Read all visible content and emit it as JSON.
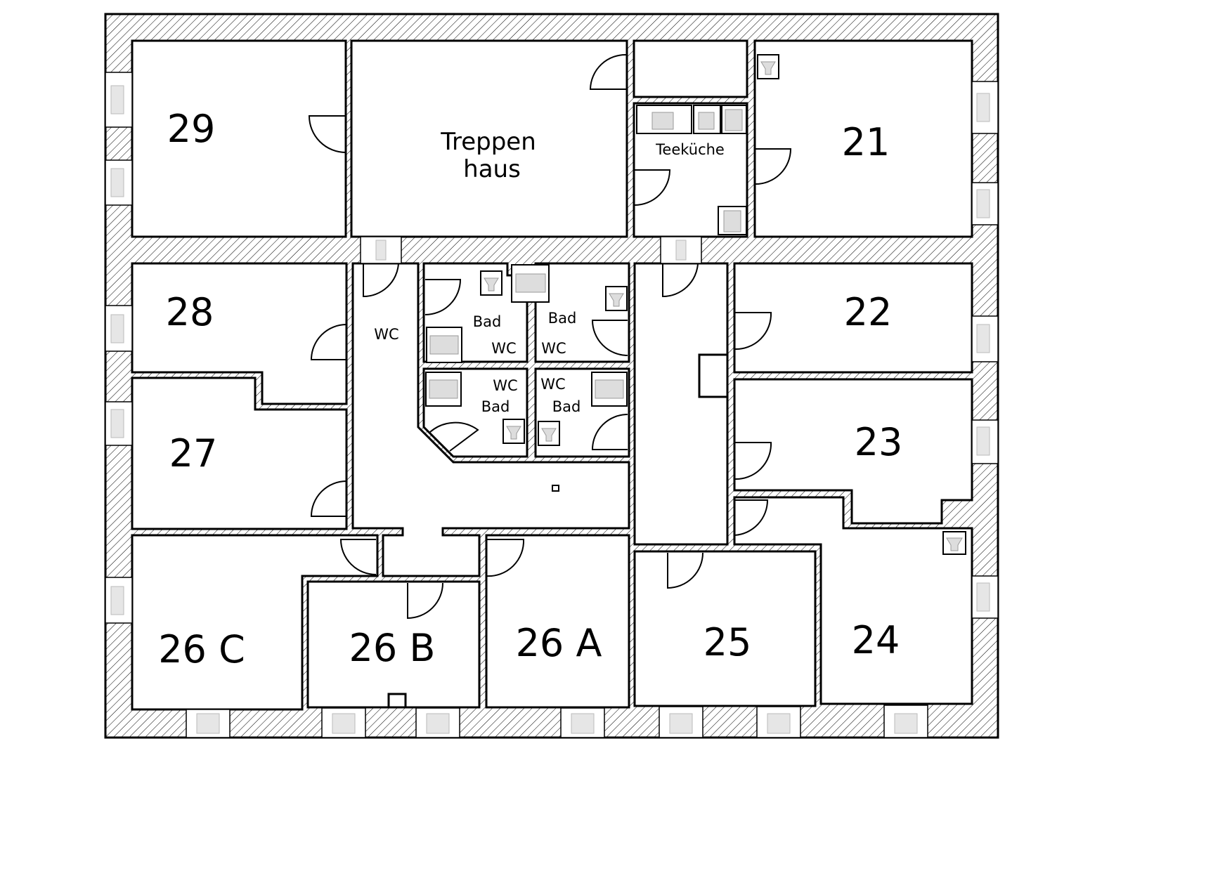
{
  "plan": {
    "rooms": {
      "r29": "29",
      "treppen1": "Treppen",
      "treppen2": "haus",
      "teekueche": "Teeküche",
      "r21": "21",
      "r28": "28",
      "r27": "27",
      "wc_corridor": "WC",
      "bad1": "Bad",
      "bad1_wc": "WC",
      "bad2": "Bad",
      "bad2_wc": "WC",
      "bad3_wc": "WC",
      "bad3": "Bad",
      "bad4_wc": "WC",
      "bad4": "Bad",
      "r22": "22",
      "r23": "23",
      "r26c": "26 C",
      "r26b": "26 B",
      "r26a": "26 A",
      "r25": "25",
      "r24": "24"
    },
    "colors": {
      "wall": "#000000",
      "window": "#e6e6e6"
    }
  }
}
